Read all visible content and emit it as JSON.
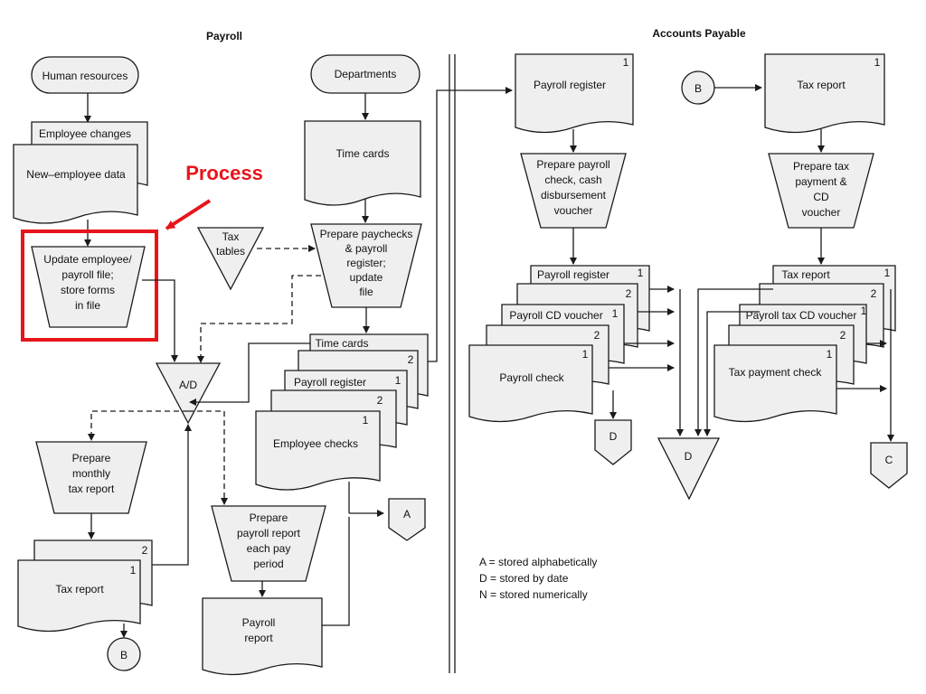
{
  "sections": {
    "payroll": "Payroll",
    "accounts_payable": "Accounts Payable"
  },
  "callout": {
    "label": "Process",
    "color": "#e8141b"
  },
  "payroll": {
    "human_resources": "Human resources",
    "employee_changes": "Employee changes",
    "new_employee_data": "New–employee data",
    "update_process": [
      "Update employee/",
      "payroll file;",
      "store forms",
      "in file"
    ],
    "departments": "Departments",
    "time_cards": "Time cards",
    "tax_tables": [
      "Tax",
      "tables"
    ],
    "prepare_paychecks": [
      "Prepare paychecks",
      "& payroll",
      "register;",
      "update",
      "file"
    ],
    "ad_file": "A/D",
    "output_time_cards": "Time cards",
    "output_payroll_register": "Payroll register",
    "output_employee_checks": "Employee checks",
    "copy_2_a": "2",
    "copy_1_a": "1",
    "copy_2_b": "2",
    "copy_1_b": "1",
    "prepare_monthly": [
      "Prepare",
      "monthly",
      "tax report"
    ],
    "tax_report": "Tax report",
    "tax_report_copy_2": "2",
    "tax_report_copy_1": "1",
    "connector_b": "B",
    "prepare_payroll_report": [
      "Prepare",
      "payroll report",
      "each pay",
      "period"
    ],
    "payroll_report": [
      "Payroll",
      "report"
    ],
    "file_a": "A"
  },
  "accounts_payable": {
    "payroll_register_in": "Payroll register",
    "payroll_register_in_copy": "1",
    "prepare_payroll_check": [
      "Prepare payroll",
      "check, cash",
      "disbursement",
      "voucher"
    ],
    "out_payroll_register": "Payroll register",
    "out_payroll_register_copy": "1",
    "out_copy_2_a": "2",
    "out_payroll_cd_voucher": "Payroll CD voucher",
    "out_payroll_cd_voucher_copy": "1",
    "out_copy_2_b": "2",
    "out_payroll_check": "Payroll check",
    "out_payroll_check_copy": "1",
    "file_d_small": "D",
    "file_d_large": "D",
    "connector_b": "B",
    "tax_report_in": "Tax report",
    "tax_report_in_copy": "1",
    "prepare_tax": [
      "Prepare tax",
      "payment &",
      "CD",
      "voucher"
    ],
    "out_tax_report": "Tax report",
    "out_tax_report_copy": "1",
    "out_tax_copy_2_a": "2",
    "out_payroll_tax_cd": "Payroll tax CD voucher",
    "out_payroll_tax_cd_copy": "1",
    "out_tax_copy_2_b": "2",
    "out_tax_payment_check": "Tax payment check",
    "out_tax_payment_check_copy": "1",
    "file_c": "C"
  },
  "legend": [
    "A = stored alphabetically",
    "D = stored by date",
    "N = stored numerically"
  ]
}
